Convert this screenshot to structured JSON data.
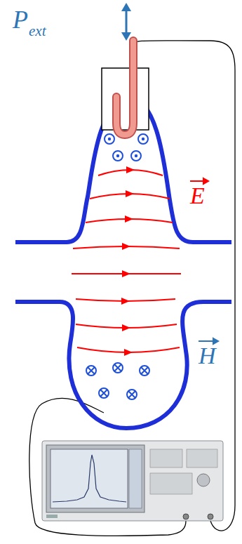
{
  "diagram": {
    "labels": [
      "P",
      "ext",
      "E",
      "H"
    ]
  }
}
